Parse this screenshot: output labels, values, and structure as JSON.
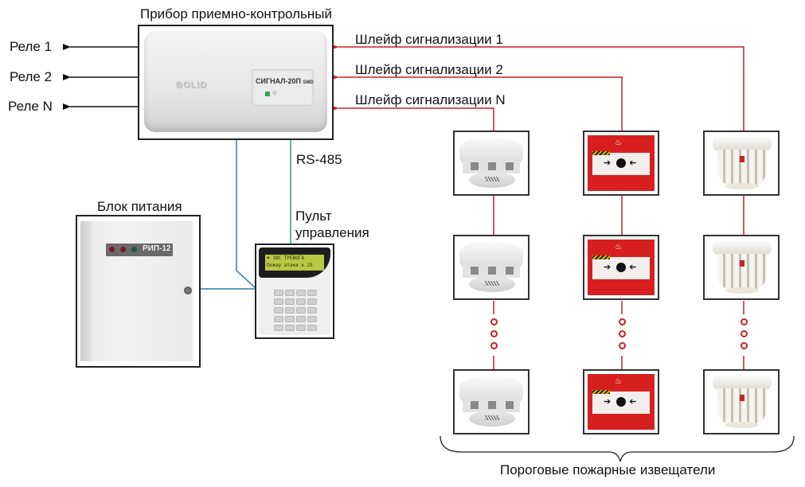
{
  "diagram": {
    "panel": {
      "caption": "Прибор приемно-контрольный",
      "model": "СИГНАЛ-20П",
      "model_suffix": "SMD",
      "brand": "BOLID"
    },
    "relays": [
      "Реле 1",
      "Реле 2",
      "Реле N"
    ],
    "loops": [
      "Шлейф сигнализации 1",
      "Шлейф сигнализации 2",
      "Шлейф сигнализации N"
    ],
    "interface_label": "RS-485",
    "power_supply": {
      "caption": "Блок питания",
      "model": "РИП-12"
    },
    "keypad": {
      "caption_line1": "Пульт",
      "caption_line2": "управления",
      "lcd_line1": "♦ 1ВС ТРЕВОГА",
      "lcd_line2": "Пожар атаки к 25"
    },
    "detectors": {
      "caption": "Пороговые пожарные извещатели",
      "columns": [
        {
          "type": "smoke-detector",
          "name": "Дымовой извещатель"
        },
        {
          "type": "manual-call-point",
          "name": "Ручной извещатель"
        },
        {
          "type": "heat-detector",
          "name": "Тепловой извещатель"
        }
      ]
    },
    "colors": {
      "loop_wire": "#c8202a",
      "power_wire": "#2e7fa8",
      "rs485_wire": "#2fa36a",
      "relay_wire": "#111111"
    }
  }
}
